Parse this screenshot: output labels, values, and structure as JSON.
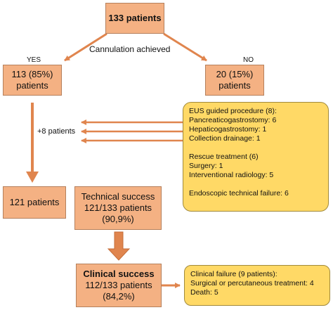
{
  "nodes": {
    "total": {
      "line1": "133 patients"
    },
    "yes": {
      "line1": "113 (85%)",
      "line2": "patients"
    },
    "no": {
      "line1": "20 (15%)",
      "line2": "patients"
    },
    "final_yes": {
      "line1": "121 patients"
    },
    "technical": {
      "line1": "Technical success",
      "line2": "121/133 patients",
      "line3": "(90,9%)"
    },
    "clinical": {
      "line1": "Clinical success",
      "line2": "112/133 patients",
      "line3": "(84,2%)"
    }
  },
  "labels": {
    "cannulation": "Cannulation achieved",
    "yes": "YES",
    "no": "NO",
    "plus8": "+8 patients"
  },
  "no_details": {
    "eus_title": "EUS guided procedure  (8):",
    "eus_items": [
      "Pancreaticogastrostomy: 6",
      "Hepaticogastrostomy: 1",
      "Collection drainage: 1"
    ],
    "rescue_title": "Rescue treatment  (6)",
    "rescue_items": [
      "Surgery: 1",
      "Interventional radiology: 5"
    ],
    "failure": "Endoscopic technical failure: 6"
  },
  "clinical_failure": {
    "title": "Clinical failure (9 patients):",
    "items": [
      "Surgical or percutaneous treatment: 4",
      "Death: 5"
    ]
  },
  "colors": {
    "box_fill": "#f4b183",
    "note_fill": "#ffd966",
    "arrow": "#e0854e"
  }
}
